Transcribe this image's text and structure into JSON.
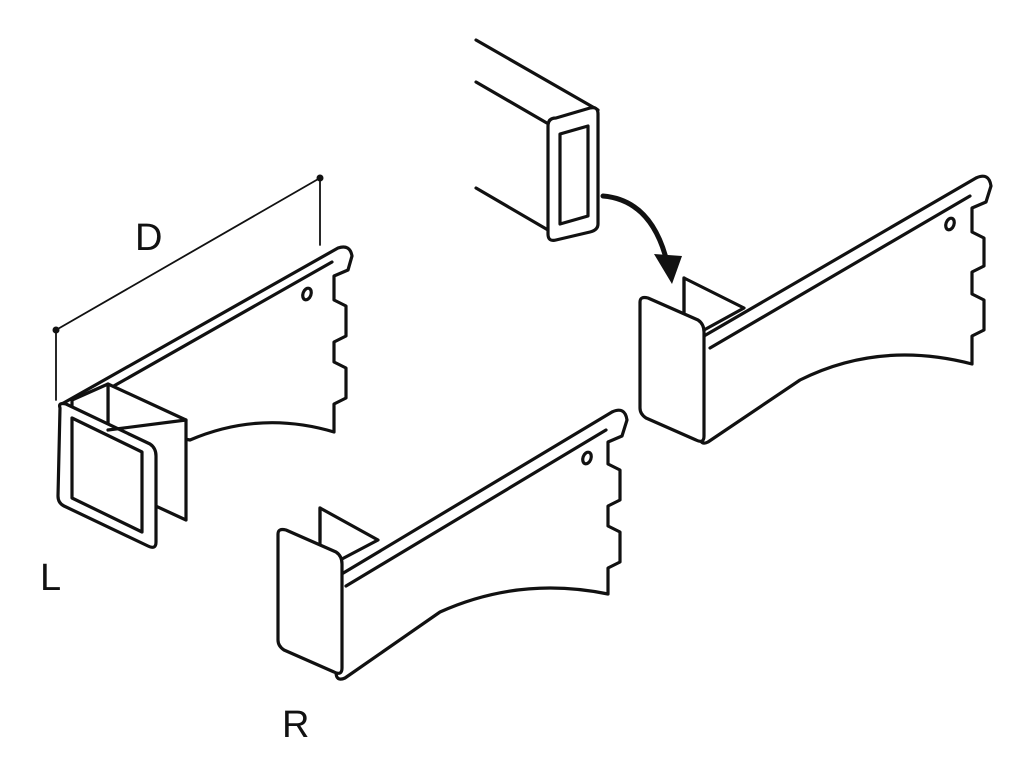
{
  "labels": {
    "depth": "D",
    "left": "L",
    "right": "R"
  },
  "colors": {
    "line": "#111111",
    "background": "#ffffff"
  }
}
